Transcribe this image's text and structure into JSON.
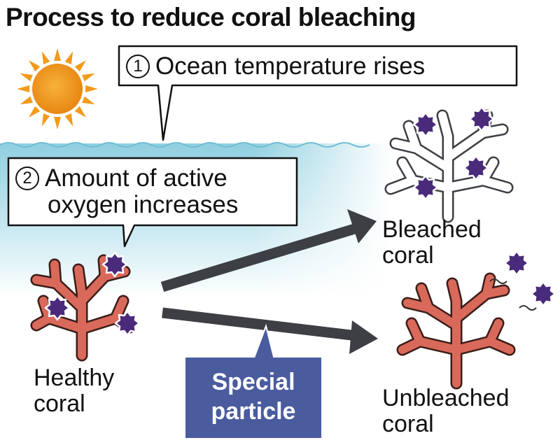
{
  "title": "Process to reduce coral bleaching",
  "callouts": {
    "step1": {
      "number": "1",
      "text": "Ocean temperature rises"
    },
    "step2": {
      "number": "2",
      "line1": "Amount of active",
      "line2": "oxygen increases"
    }
  },
  "labels": {
    "healthy": [
      "Healthy",
      "coral"
    ],
    "bleached": [
      "Bleached",
      "coral"
    ],
    "unbleached": [
      "Unbleached",
      "coral"
    ],
    "particle": [
      "Special",
      "particle"
    ]
  },
  "colors": {
    "coral": "#d9695a",
    "coral_outline": "#3a1d18",
    "star": "#4a2a7a",
    "particle_box": "#4a5b9e",
    "arrow": "#3d3f44",
    "water": "#9fd6e4",
    "sun": "#f29a1a"
  },
  "icons": [
    "sun-icon",
    "wave-line",
    "star-particle-icon",
    "arrow-right"
  ]
}
